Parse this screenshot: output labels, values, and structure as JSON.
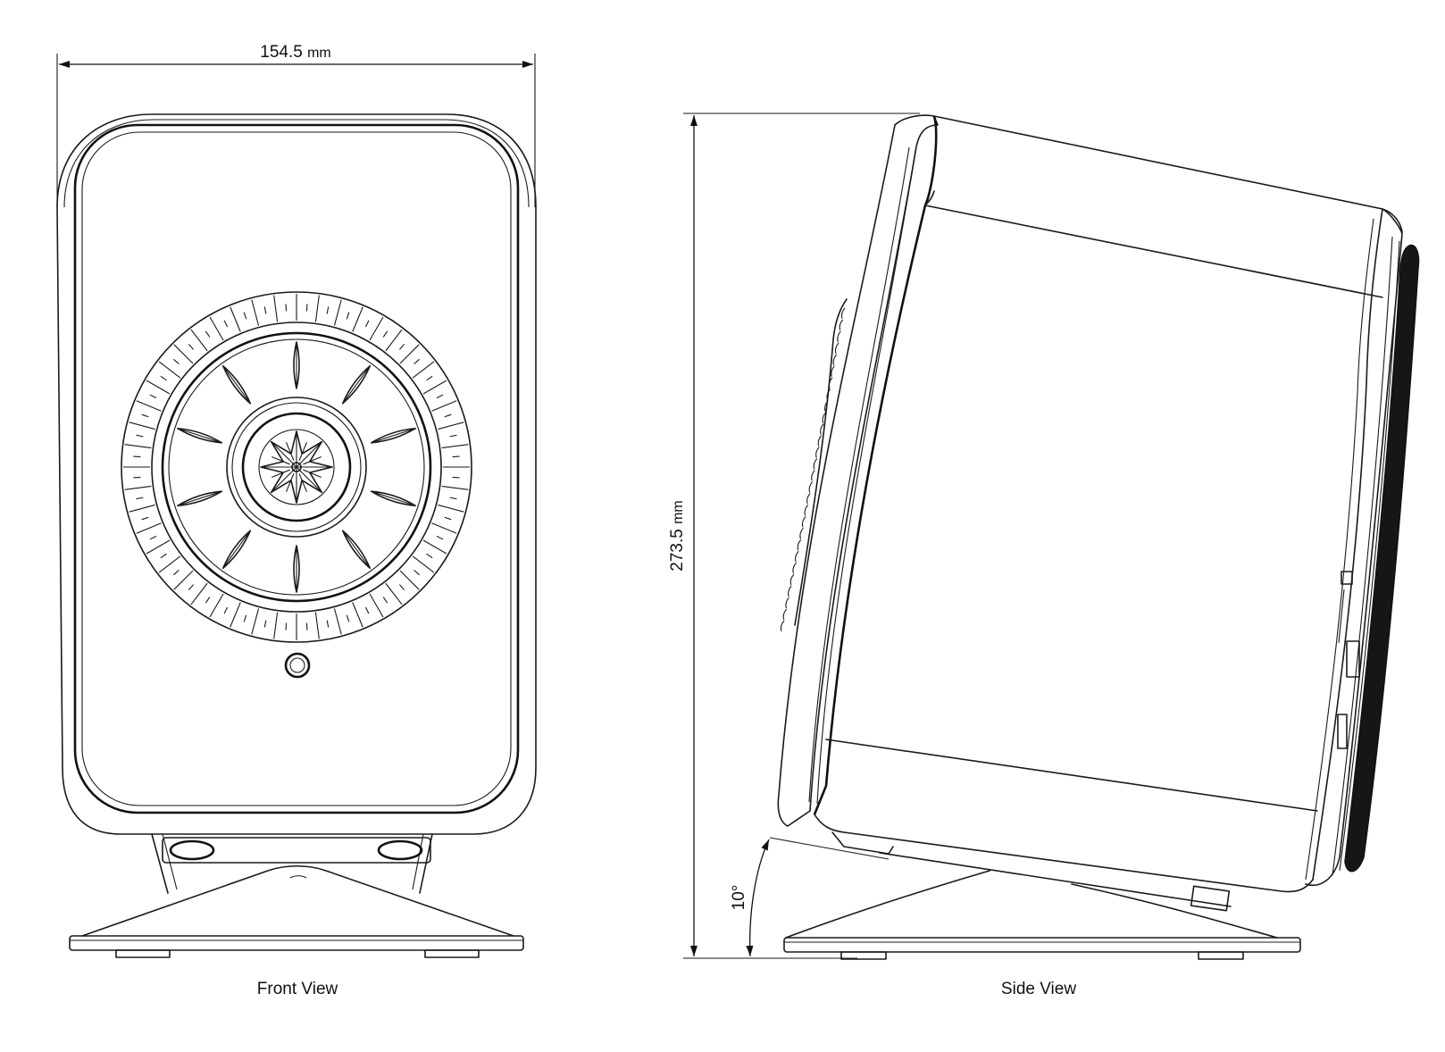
{
  "dimensions": {
    "width": {
      "value": "154.5",
      "unit": "mm"
    },
    "height": {
      "value": "273.5",
      "unit": "mm"
    },
    "tilt_angle": "10°"
  },
  "views": {
    "front": {
      "label": "Front View"
    },
    "side": {
      "label": "Side View"
    }
  }
}
